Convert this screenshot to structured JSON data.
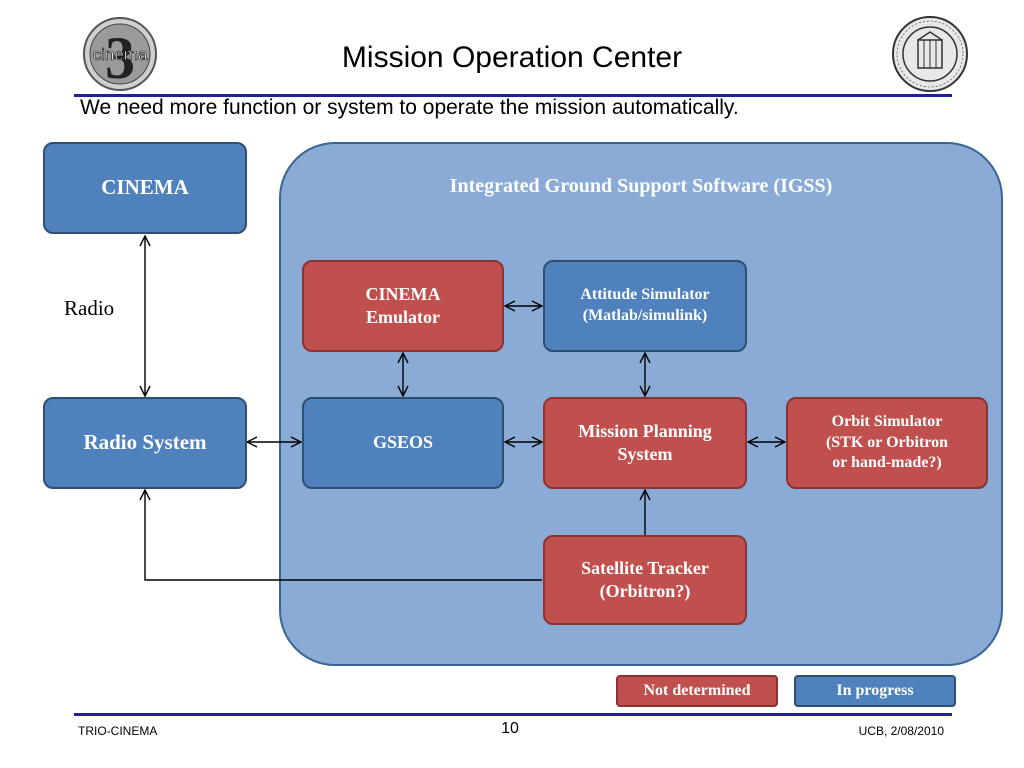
{
  "header": {
    "title": "Mission Operation Center",
    "subtitle": "We need more function or system to operate the mission automatically."
  },
  "logos": {
    "left": "cinema",
    "right": "THE UNIVERSITY OF CALIFORNIA 1868"
  },
  "diagram": {
    "igss_title": "Integrated Ground Support Software (IGSS)",
    "edge_label_radio": "Radio",
    "nodes": {
      "cinema": {
        "label": "CINEMA",
        "status": "in-progress"
      },
      "radio_system": {
        "label": "Radio System",
        "status": "in-progress"
      },
      "cinema_emulator": {
        "line1": "CINEMA",
        "line2": "Emulator",
        "status": "not-determined"
      },
      "attitude_simulator": {
        "line1": "Attitude Simulator",
        "line2": "(Matlab/simulink)",
        "status": "in-progress"
      },
      "gseos": {
        "label": "GSEOS",
        "status": "in-progress"
      },
      "mission_planning": {
        "line1": "Mission Planning",
        "line2": "System",
        "status": "not-determined"
      },
      "orbit_simulator": {
        "line1": "Orbit Simulator",
        "line2": "(STK or Orbitron",
        "line3": "or hand-made?)",
        "status": "not-determined"
      },
      "satellite_tracker": {
        "line1": "Satellite Tracker",
        "line2": "(Orbitron?)",
        "status": "not-determined"
      }
    }
  },
  "legend": {
    "not_determined": "Not determined",
    "in_progress": "In progress"
  },
  "colors": {
    "not_determined": "#c0504d",
    "in_progress": "#4f81bd",
    "igss_background": "#8aabd6",
    "rule": "#1f1f9e"
  },
  "footer": {
    "left": "TRIO-CINEMA",
    "page": "10",
    "right": "UCB, 2/08/2010"
  }
}
